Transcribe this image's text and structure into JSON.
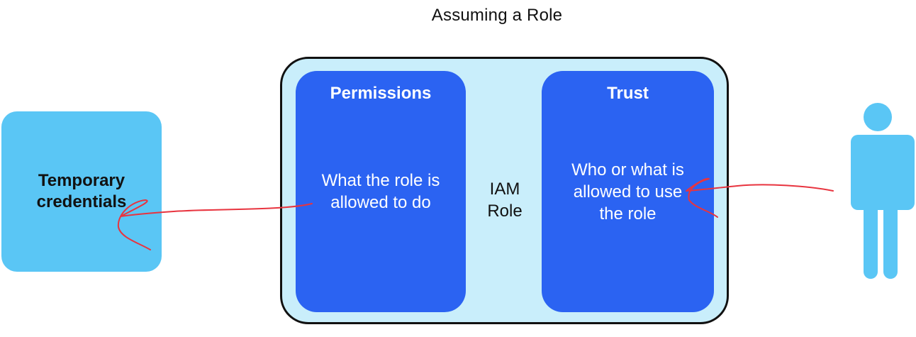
{
  "diagram": {
    "title": "Assuming a Role",
    "credentials": {
      "lines": [
        "Temporary",
        "credentials"
      ]
    },
    "role": {
      "label_lines": [
        "IAM",
        "Role"
      ],
      "permissions": {
        "heading": "Permissions",
        "body_lines": [
          "What the role is",
          "allowed to do"
        ]
      },
      "trust": {
        "heading": "Trust",
        "body_lines": [
          "Who or what is",
          "allowed to use",
          "the role"
        ]
      }
    },
    "colors": {
      "credentials_fill": "#5ac6f5",
      "role_fill": "#c9eefb",
      "inner_fill": "#2b63f2",
      "person_fill": "#5ac6f5",
      "annotation_stroke": "#e8343f"
    }
  }
}
